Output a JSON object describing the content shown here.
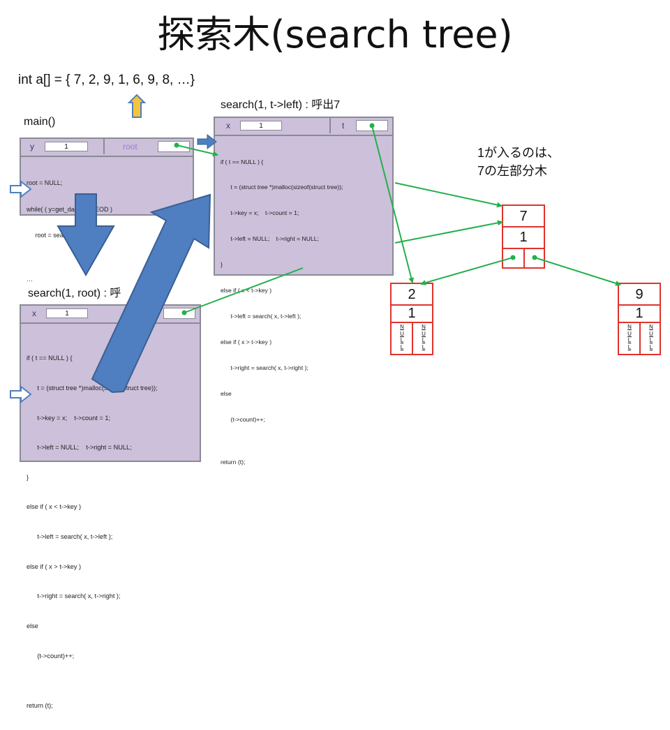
{
  "title": "探索木(search tree)",
  "array_init": "int a[] = { 7, 2, 9, 1, 6, 9, 8, …}",
  "labels": {
    "main": "main()",
    "search_left": "search(1, t->left) : 呼出7",
    "search_root": "search(1, root) : 呼",
    "note_line1": "1が入るのは、",
    "note_line2": "7の左部分木"
  },
  "main_frame": {
    "var_y": "y",
    "val_y": "1",
    "var_root": "root",
    "code": [
      "root = NULL;",
      "while( ( y=get_data() )!= EOD )",
      "     root = search( y, root )",
      "",
      "…"
    ]
  },
  "search_frame": {
    "var_x": "x",
    "val_x": "1",
    "var_t": "t",
    "code": [
      "if ( t == NULL ) {",
      "      t = (struct tree *)malloc(sizeof(struct tree));",
      "      t->key = x;    t->count = 1;",
      "      t->left = NULL;    t->right = NULL;",
      "}",
      "else if ( x < t->key )",
      "      t->left = search( x, t->left );",
      "else if ( x > t->key )",
      "      t->right = search( x, t->right );",
      "else",
      "      (t->count)++;",
      "",
      "return (t);"
    ]
  },
  "search_root_frame": {
    "var_x": "x",
    "val_x": "1",
    "code": [
      "if ( t == NULL ) {",
      "      t = (struct tree *)malloc(sizeof(struct tree));",
      "      t->key = x;    t->count = 1;",
      "      t->left = NULL;    t->right = NULL;",
      "}",
      "else if ( x < t->key )",
      "      t->left = search( x, t->left );",
      "else if ( x > t->key )",
      "      t->right = search( x, t->right );",
      "else",
      "      (t->count)++;",
      "",
      "return (t);"
    ]
  },
  "tree": {
    "root": {
      "key": "7",
      "count": "1"
    },
    "left": {
      "key": "2",
      "count": "1",
      "null_left": "NULL",
      "null_right": "NULL"
    },
    "right": {
      "key": "9",
      "count": "1",
      "null_left": "NULL",
      "null_right": "NULL"
    }
  },
  "colors": {
    "frame_fill": "#ccc0da",
    "pointer_line": "#22b04b",
    "node_border": "#e0332d",
    "arrow_blue": "#4f7fc0",
    "arrow_yellow": "#f6c33c"
  }
}
